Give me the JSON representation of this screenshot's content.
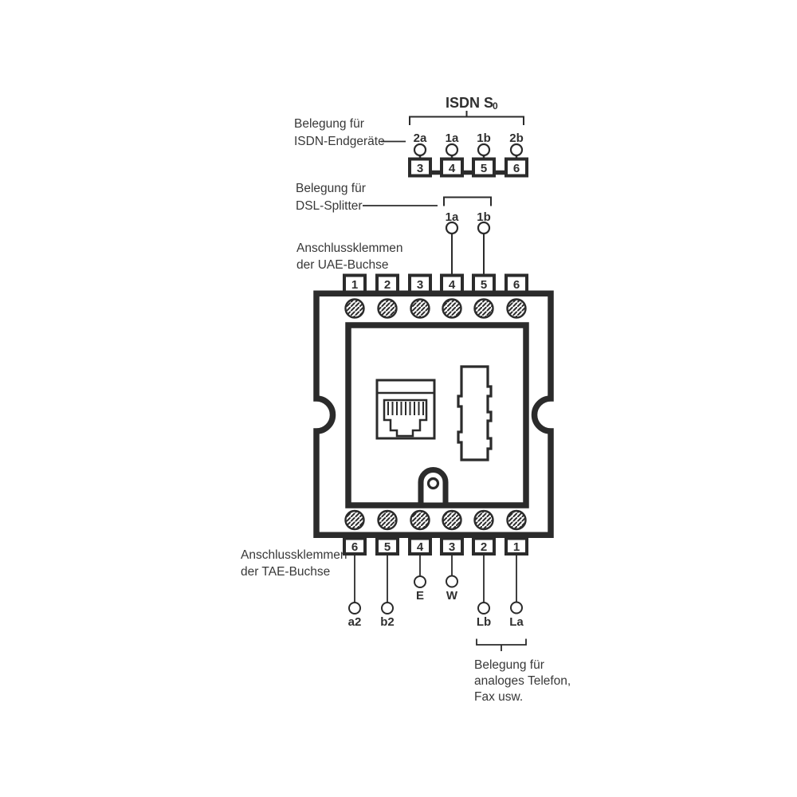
{
  "colors": {
    "ink": "#2b2b2b",
    "text": "#383838",
    "background": "#ffffff"
  },
  "isdn_section": {
    "title_main": "ISDN S",
    "title_sub": "0",
    "caption_line1": "Belegung für",
    "caption_line2": "ISDN-Endgeräte",
    "pins": [
      {
        "wire": "2a",
        "terminal": "3"
      },
      {
        "wire": "1a",
        "terminal": "4"
      },
      {
        "wire": "1b",
        "terminal": "5"
      },
      {
        "wire": "2b",
        "terminal": "6"
      }
    ]
  },
  "dsl_section": {
    "caption_line1": "Belegung für",
    "caption_line2": "DSL-Splitter",
    "pins": [
      {
        "wire": "1a"
      },
      {
        "wire": "1b"
      }
    ]
  },
  "uae_section": {
    "caption_line1": "Anschlussklemmen",
    "caption_line2": "der UAE-Buchse",
    "terminals": [
      "1",
      "2",
      "3",
      "4",
      "5",
      "6"
    ]
  },
  "tae_section": {
    "caption_line1": "Anschlussklemmen",
    "caption_line2": "der TAE-Buchse",
    "pins": [
      {
        "terminal": "6",
        "wire": "a2"
      },
      {
        "terminal": "5",
        "wire": "b2"
      },
      {
        "terminal": "4",
        "wire": "E"
      },
      {
        "terminal": "3",
        "wire": "W"
      },
      {
        "terminal": "2",
        "wire": "Lb"
      },
      {
        "terminal": "1",
        "wire": "La"
      }
    ]
  },
  "analog_section": {
    "caption_line1": "Belegung für",
    "caption_line2": "analoges Telefon,",
    "caption_line3": "Fax usw."
  }
}
